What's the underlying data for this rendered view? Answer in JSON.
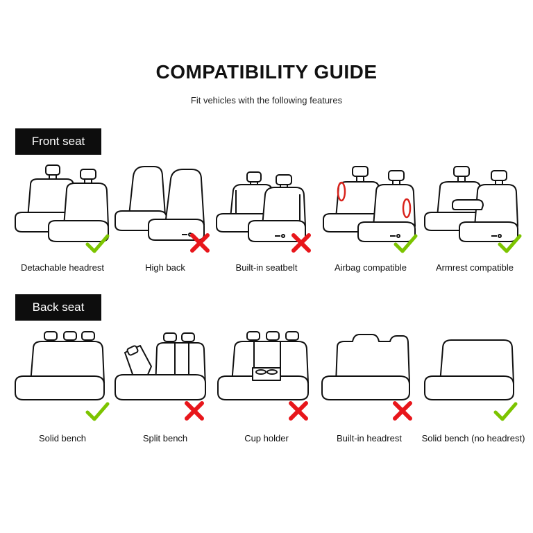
{
  "header": {
    "title": "COMPATIBILITY GUIDE",
    "subtitle": "Fit vehicles with the following features"
  },
  "sections": {
    "front": {
      "label": "Front seat",
      "items": [
        {
          "label": "Detachable headrest",
          "compatible": true
        },
        {
          "label": "High back",
          "compatible": false
        },
        {
          "label": "Built-in seatbelt",
          "compatible": false
        },
        {
          "label": "Airbag compatible",
          "compatible": true
        },
        {
          "label": "Armrest compatible",
          "compatible": true
        }
      ]
    },
    "back": {
      "label": "Back seat",
      "items": [
        {
          "label": "Solid bench",
          "compatible": true
        },
        {
          "label": "Split bench",
          "compatible": false
        },
        {
          "label": "Cup holder",
          "compatible": false
        },
        {
          "label": "Built-in headrest",
          "compatible": false
        },
        {
          "label": "Solid bench (no headrest)",
          "compatible": true
        }
      ]
    }
  },
  "colors": {
    "check": "#7cc400",
    "cross": "#e8161b",
    "airbag": "#d9241d",
    "tab_bg": "#0d0d0d"
  },
  "icons": {
    "check": "check-mark-icon",
    "cross": "cross-mark-icon"
  }
}
